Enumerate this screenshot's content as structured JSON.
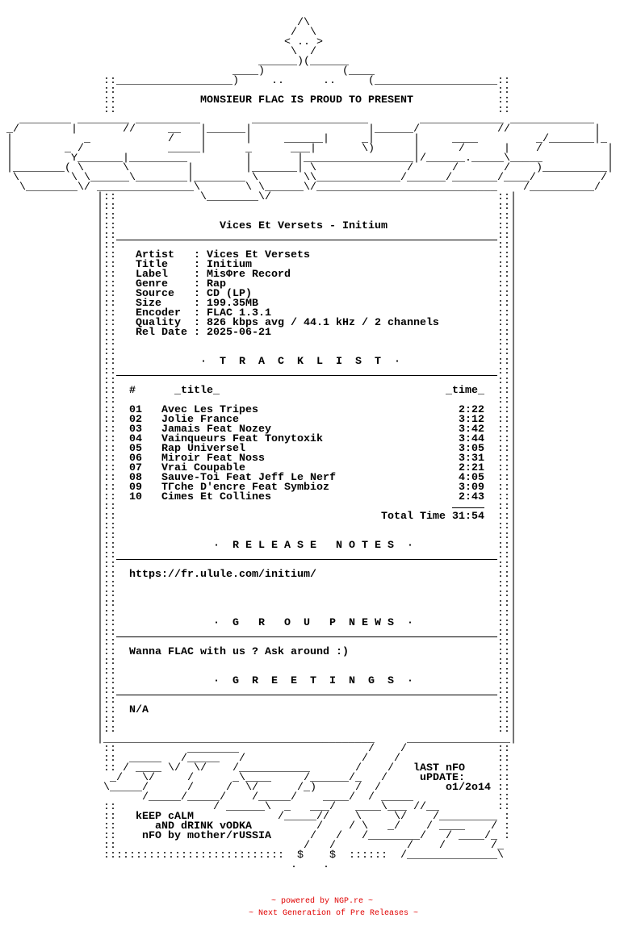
{
  "colors": {
    "text": "#000000",
    "background": "#ffffff",
    "footer": "#e00000"
  },
  "header": {
    "presents": "MONSIEUR FLAC IS PROUD TO PRESENT",
    "art": [
      "                                              /\\",
      "                                             /  \\",
      "                                            < .. >",
      "                                             \\  /",
      "                                        ______)(______",
      "                                    ____)            (____",
      "                ::__________________)     ..      ..     (___________________::",
      "                ::                                                           ::",
      "                ::                                                           ::",
      "                ::                                                           ::",
      "   ________ ________ __________        __________________        _____________ _____________",
      " _/        |       //     __   |______|                  |______/            //             |",
      " |           _            /    |      |     ______|     _|      |     ____         _/_______|_",
      " |        _ /             _____|      _      ___|       \\)      |      /      |    /          |",
      " |         Y_______|_________         |       |_________________|/______._____\\_____          |",
      " |________( \\      \\         |        |_______| \\              /      /       /    )__________|",
      "  \\        \\ \\______\\________|________ \\       \\\\_____________/______/_______/____/          /",
      "   \\________\\/ _______________\\       \\ \\______\\/____________________________    /__________/",
      "               |::             \\________\\/                                   ::|"
    ]
  },
  "release": {
    "title": "Vices Et Versets - Initium",
    "info": [
      {
        "label": "Artist",
        "value": "Vices Et Versets"
      },
      {
        "label": "Title",
        "value": "Initium"
      },
      {
        "label": "Label",
        "value": "MisΦre Record"
      },
      {
        "label": "Genre",
        "value": "Rap"
      },
      {
        "label": "Source",
        "value": "CD (LP)"
      },
      {
        "label": "Size",
        "value": "199.35MB"
      },
      {
        "label": "Encoder",
        "value": "FLAC 1.3.1"
      },
      {
        "label": "Quality",
        "value": "826 kbps avg / 44.1 kHz / 2 channels"
      },
      {
        "label": "Rel Date",
        "value": "2025-06-21"
      }
    ]
  },
  "tracklist": {
    "heading": "·  T  R  A  C  K  L  I  S  T  ·",
    "col_num": "#",
    "col_title": "_title_",
    "col_time": "_time_",
    "tracks": [
      {
        "num": "01",
        "title": "Avec Les Tripes",
        "time": "2:22"
      },
      {
        "num": "02",
        "title": "Jolie France",
        "time": "3:12"
      },
      {
        "num": "03",
        "title": "Jamais Feat Nozey",
        "time": "3:42"
      },
      {
        "num": "04",
        "title": "Vainqueurs Feat Tonytoxik",
        "time": "3:44"
      },
      {
        "num": "05",
        "title": "Rap Universel",
        "time": "3:05"
      },
      {
        "num": "06",
        "title": "Miroir Feat Noss",
        "time": "3:31"
      },
      {
        "num": "07",
        "title": "Vrai Coupable",
        "time": "2:21"
      },
      {
        "num": "08",
        "title": "Sauve-Toi Feat Jeff Le Nerf",
        "time": "4:05"
      },
      {
        "num": "09",
        "title": "TΓche D'encre Feat Symbioz",
        "time": "3:09"
      },
      {
        "num": "10",
        "title": "Cimes Et Collines",
        "time": "2:43"
      }
    ],
    "total": "Total Time 31:54"
  },
  "notes": {
    "heading": "·  R E L E A S E   N O T E S  ·",
    "text": "https://fr.ulule.com/initium/"
  },
  "news": {
    "heading": "·  G   R   O  U   P  N E W S  ·",
    "text": "Wanna FLAC with us ? Ask around :)"
  },
  "greetings": {
    "heading": "·  G  R  E  E  T  I  N  G  S  ·",
    "text": "N/A"
  },
  "footer": {
    "keep_calm": "kEEP cALM",
    "vodka": "aND dRINK vODKA",
    "credit": "nFO by mother/rUSSIA",
    "last_nfo": "lAST nFO",
    "update": "uPDATE:",
    "date": "o1/2o14",
    "art": [
      "               |__________________________________________     ________________|",
      "                ::           ________                    /    /              ::",
      "                ::  _____   /_____   /                  /    /               ::",
      "                :: / ____ \\/  \\/    /___________       /    /                ::",
      "                 _/   \\/     /      _\\____     /______/_   /                 ::",
      "                \\_____/      /     /  \\/      /_)      /  /                  ::",
      "                      /_____/_____/    /_____/    ____/  / _____             ::",
      "                ::               / ______\\  _   ___/   ____\\___ //__         ::",
      "                ::                         /_____//    \\     \\/    /_________ :",
      "                ::                               /    / \\   _/    / ____    / :",
      "                ::                              /   /   /________/   / ____/_ :",
      "                ::                             /   /           /    /       /_",
      "                ::::::::::::::::::::::::::::  $    $  ::::::  /______________\\",
      "                                             .    ."
    ],
    "powered": "~ powered by NGP.re ~",
    "tagline": "~ Next Generation of Pre Releases ~"
  }
}
